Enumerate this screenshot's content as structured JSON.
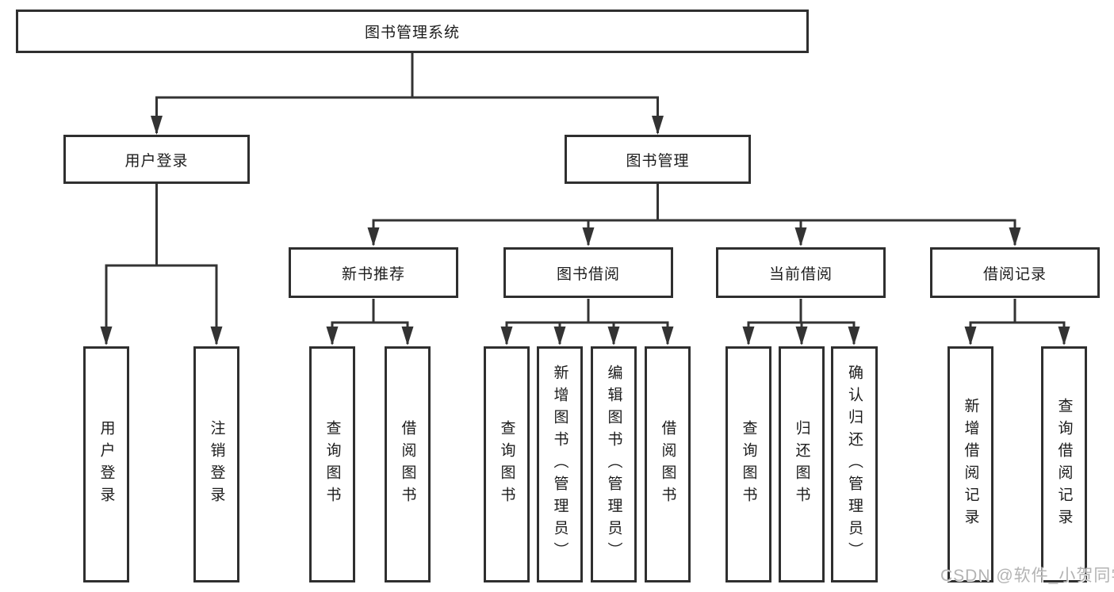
{
  "tree": {
    "label": "图书管理系统",
    "children": [
      {
        "label": "用户登录",
        "children": [
          {
            "label": "用户登录"
          },
          {
            "label": "注销登录"
          }
        ]
      },
      {
        "label": "图书管理",
        "children": [
          {
            "label": "新书推荐",
            "children": [
              {
                "label": "查询图书"
              },
              {
                "label": "借阅图书"
              }
            ]
          },
          {
            "label": "图书借阅",
            "children": [
              {
                "label": "查询图书"
              },
              {
                "label": "新增图书（管理员）"
              },
              {
                "label": "编辑图书（管理员）"
              },
              {
                "label": "借阅图书"
              }
            ]
          },
          {
            "label": "当前借阅",
            "children": [
              {
                "label": "查询图书"
              },
              {
                "label": "归还图书"
              },
              {
                "label": "确认归还（管理员）"
              }
            ]
          },
          {
            "label": "借阅记录",
            "children": [
              {
                "label": "新增借阅记录"
              },
              {
                "label": "查询借阅记录"
              }
            ]
          }
        ]
      }
    ]
  },
  "watermark": {
    "text": "CSDN @软件_小贺同学"
  },
  "colors": {
    "line": "#333333",
    "box_border": "#2f2f2f",
    "text": "#1c1c1c",
    "watermark": "#b3b3b3",
    "background": "#ffffff"
  }
}
